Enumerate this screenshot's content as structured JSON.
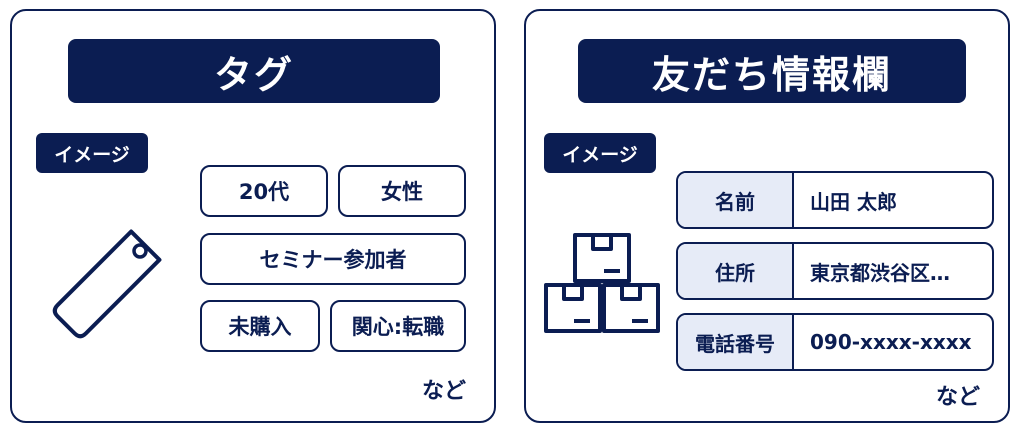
{
  "colors": {
    "navy": "#0b1d52",
    "label_bg": "#e6ebf7",
    "background": "#ffffff"
  },
  "left_panel": {
    "title": "タグ",
    "badge": "イメージ",
    "icon": "price-tag-icon",
    "tags": [
      "20代",
      "女性",
      "セミナー参加者",
      "未購入",
      "関心:転職"
    ],
    "footnote": "など"
  },
  "right_panel": {
    "title": "友だち情報欄",
    "badge": "イメージ",
    "icon": "stacked-boxes-icon",
    "rows": [
      {
        "label": "名前",
        "value": "山田 太郎"
      },
      {
        "label": "住所",
        "value": "東京都渋谷区…"
      },
      {
        "label": "電話番号",
        "value": "090-xxxx-xxxx"
      }
    ],
    "footnote": "など"
  }
}
